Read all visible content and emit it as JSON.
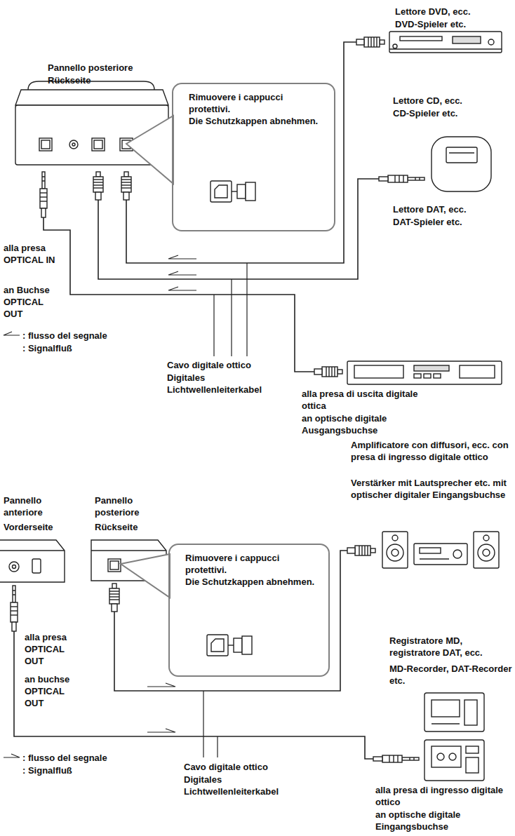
{
  "diagram": {
    "nodes": [
      {
        "text": [
          "Rimuovere i cappucci protettivi.",
          "Die Schutzkappen abnehmen."
        ]
      },
      {
        "text": [
          "Rimuovere i cappucci protettivi.",
          "Die Schutzkappen abnehmen."
        ]
      }
    ],
    "labels": [
      "Pannello posteriore",
      "Rückseite",
      "Lettore DVD, ecc.",
      "DVD-Spieler etc.",
      "alla presa OPTICAL IN",
      "an Buchse OPTICAL OUT",
      "Lettore CD, ecc.",
      "CD-Spieler etc.",
      "Lettore DAT, ecc.",
      "DAT-Spieler etc.",
      "Cavo digitale ottico",
      "Digitales Lichtwellenleiterkabel",
      "alla presa di uscita digitale ottica",
      "an optische digitale Ausgangsbuchse",
      "Amplificatore con diffusori, ecc. con presa di ingresso digitale ottico",
      "Verstärker mit Lautsprecher etc. mit optischer digitaler Eingangsbuchse",
      "Pannello anteriore",
      "Vorderseite",
      "Pannello posteriore",
      "Rückseite",
      "alla presa OPTICAL OUT",
      "an buchse OPTICAL OUT",
      "Registratore MD, registratore DAT, ecc.",
      "MD-Recorder, DAT-Recorder etc.",
      "Cavo digitale ottico",
      "Digitales Lichtwellenleiterkabel",
      "alla presa di ingresso digitale ottico",
      "an optische digitale Eingangsbuchse"
    ],
    "legend": [
      {
        "text": ": flusso del segnale"
      },
      {
        "text": ": Signalfluß"
      },
      {
        "text": ": flusso del segnale"
      },
      {
        "text": ": Signalfluß"
      }
    ]
  }
}
